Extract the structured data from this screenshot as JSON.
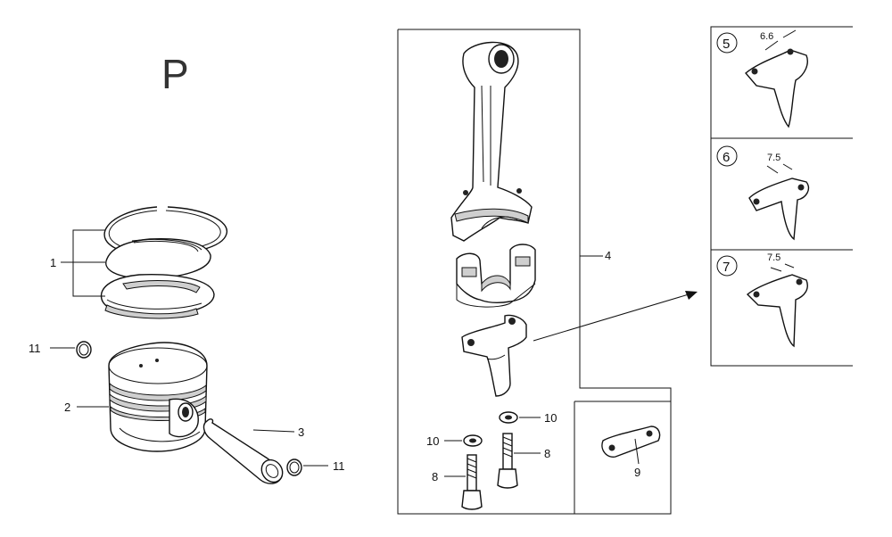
{
  "section_letter": "P",
  "callouts": {
    "rings": "1",
    "piston": "2",
    "pin": "3",
    "conrod_assembly": "4",
    "clip_left": "11",
    "clip_right": "11",
    "washer_left": "10",
    "washer_right": "10",
    "bolt_left": "8",
    "bolt_right": "8",
    "lock_plate": "9"
  },
  "variants": [
    {
      "number": "5",
      "dimension": "6.6"
    },
    {
      "number": "6",
      "dimension": "7.5"
    },
    {
      "number": "7",
      "dimension": "7.5"
    }
  ]
}
